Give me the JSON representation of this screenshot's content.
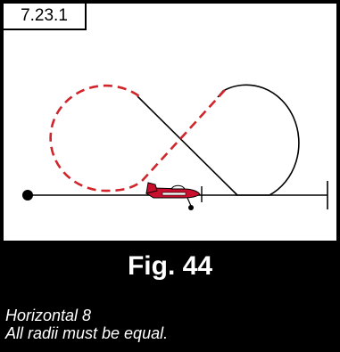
{
  "figure": {
    "reference": "7.23.1",
    "title": "Fig. 44",
    "caption_lines": [
      "Horizontal 8",
      "All radii must be equal."
    ]
  },
  "colors": {
    "background": "#000000",
    "canvas": "#ffffff",
    "solid_path": "#000000",
    "dashed_path": "#d0252b",
    "aircraft_body": "#c8102e",
    "text_on_dark": "#ffffff"
  }
}
